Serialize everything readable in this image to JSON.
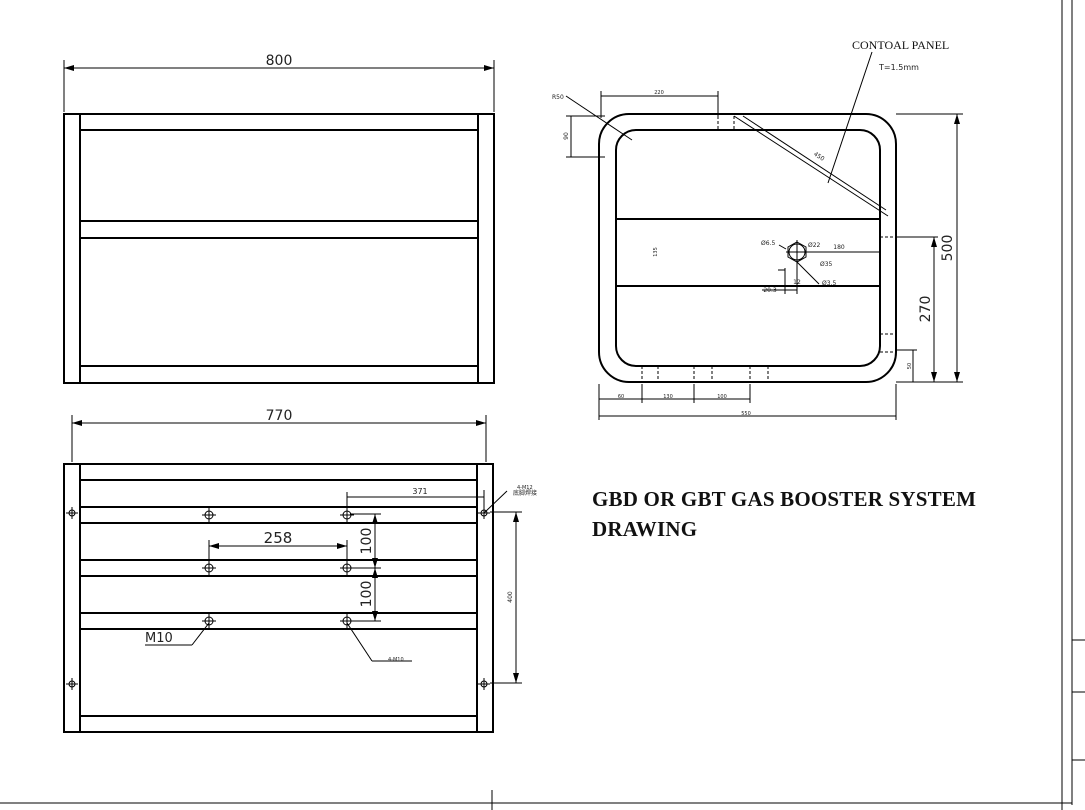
{
  "title": {
    "line1": "GBD  OR GBT GAS BOOSTER SYSTEM",
    "line2": "DRAWING"
  },
  "top_view": {
    "overall_width": "800"
  },
  "bottom_view": {
    "overall_width": "770",
    "hole_spacing_h": "258",
    "row_spacing_1": "100",
    "row_spacing_2": "100",
    "bolt_label": "M10",
    "offset_label": "371",
    "note_right": "4-M12",
    "note_right_cn": "底脚焊接",
    "note_bottom": "4-M10",
    "vertical_span": "400"
  },
  "side_view": {
    "panel_label": "CONTOAL PANEL",
    "thickness_label": "T=1.5mm",
    "radius_label": "R50",
    "top_dim": "220",
    "left_dim": "90",
    "diag_dim": "450",
    "hole_dim_1": "Ø6.5",
    "hole_dim_2": "Ø22",
    "hole_dim_3": "Ø35",
    "hole_dim_4": "Ø3.5",
    "offset_180": "180",
    "dim_20_3": "20.3",
    "dim_12": "12",
    "height_500": "500",
    "height_270": "270",
    "band_height": "135",
    "right_small": "50",
    "bottom_dims": [
      "60",
      "130",
      "100"
    ],
    "total_width": "550"
  }
}
